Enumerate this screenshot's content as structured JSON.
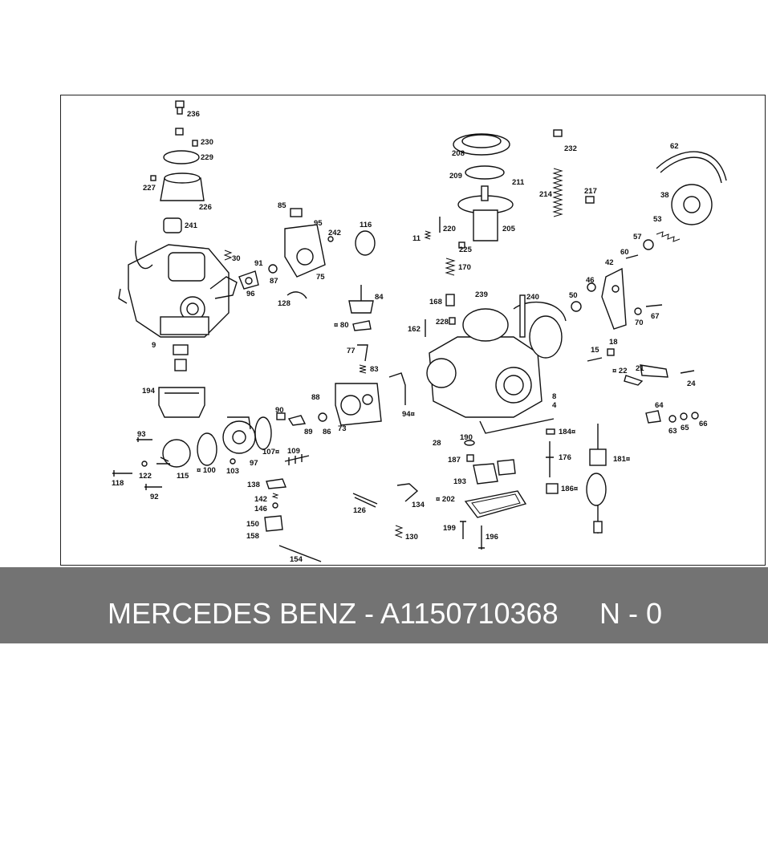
{
  "footer": {
    "caption": "MERCEDES BENZ - A1150710368",
    "code": "N - 0"
  },
  "parts": [
    {
      "id": "p236",
      "label": "236"
    },
    {
      "id": "p230",
      "label": "230"
    },
    {
      "id": "p229",
      "label": "229"
    },
    {
      "id": "p227",
      "label": "227"
    },
    {
      "id": "p226",
      "label": "226"
    },
    {
      "id": "p241",
      "label": "241"
    },
    {
      "id": "p30",
      "label": "30"
    },
    {
      "id": "p91",
      "label": "91"
    },
    {
      "id": "p87",
      "label": "87"
    },
    {
      "id": "p96",
      "label": "96"
    },
    {
      "id": "p9",
      "label": "9"
    },
    {
      "id": "p194",
      "label": "194"
    },
    {
      "id": "p93",
      "label": "93"
    },
    {
      "id": "p115",
      "label": "115"
    },
    {
      "id": "p122",
      "label": "122"
    },
    {
      "id": "p118",
      "label": "118"
    },
    {
      "id": "p92",
      "label": "92"
    },
    {
      "id": "p100",
      "label": "¤ 100"
    },
    {
      "id": "p103",
      "label": "103"
    },
    {
      "id": "p97",
      "label": "97"
    },
    {
      "id": "p107",
      "label": "107¤"
    },
    {
      "id": "p109",
      "label": "109"
    },
    {
      "id": "p90",
      "label": "90"
    },
    {
      "id": "p89",
      "label": "89"
    },
    {
      "id": "p88",
      "label": "88"
    },
    {
      "id": "p86",
      "label": "86"
    },
    {
      "id": "p73",
      "label": "73"
    },
    {
      "id": "p138",
      "label": "138"
    },
    {
      "id": "p142",
      "label": "142"
    },
    {
      "id": "p146",
      "label": "146"
    },
    {
      "id": "p150",
      "label": "150"
    },
    {
      "id": "p158",
      "label": "158"
    },
    {
      "id": "p154",
      "label": "154"
    },
    {
      "id": "p85",
      "label": "85"
    },
    {
      "id": "p95",
      "label": "95"
    },
    {
      "id": "p242",
      "label": "242"
    },
    {
      "id": "p75",
      "label": "75"
    },
    {
      "id": "p128",
      "label": "128"
    },
    {
      "id": "p116",
      "label": "116"
    },
    {
      "id": "p84",
      "label": "84"
    },
    {
      "id": "p80",
      "label": "¤ 80"
    },
    {
      "id": "p77",
      "label": "77"
    },
    {
      "id": "p83",
      "label": "83"
    },
    {
      "id": "p126",
      "label": "126"
    },
    {
      "id": "p134",
      "label": "134"
    },
    {
      "id": "p130",
      "label": "130"
    },
    {
      "id": "p208",
      "label": "208"
    },
    {
      "id": "p209",
      "label": "209"
    },
    {
      "id": "p211",
      "label": "211"
    },
    {
      "id": "p205",
      "label": "205"
    },
    {
      "id": "p220",
      "label": "220"
    },
    {
      "id": "p11",
      "label": "11"
    },
    {
      "id": "p225",
      "label": "225"
    },
    {
      "id": "p170",
      "label": "170"
    },
    {
      "id": "p168",
      "label": "168"
    },
    {
      "id": "p228",
      "label": "228"
    },
    {
      "id": "p162",
      "label": "162"
    },
    {
      "id": "p239",
      "label": "239"
    },
    {
      "id": "p240",
      "label": "240"
    },
    {
      "id": "p232",
      "label": "232"
    },
    {
      "id": "p214",
      "label": "214"
    },
    {
      "id": "p217",
      "label": "217"
    },
    {
      "id": "p94",
      "label": "94¤"
    },
    {
      "id": "p8",
      "label": "8"
    },
    {
      "id": "p4",
      "label": "4"
    },
    {
      "id": "p28",
      "label": "28"
    },
    {
      "id": "p190",
      "label": "190"
    },
    {
      "id": "p187",
      "label": "187"
    },
    {
      "id": "p193",
      "label": "193"
    },
    {
      "id": "p202",
      "label": "¤ 202"
    },
    {
      "id": "p199",
      "label": "199"
    },
    {
      "id": "p196",
      "label": "196"
    },
    {
      "id": "p184",
      "label": "184¤"
    },
    {
      "id": "p176",
      "label": "176"
    },
    {
      "id": "p186",
      "label": "186¤"
    },
    {
      "id": "p181",
      "label": "181¤"
    },
    {
      "id": "p62",
      "label": "62"
    },
    {
      "id": "p38",
      "label": "38"
    },
    {
      "id": "p53",
      "label": "53"
    },
    {
      "id": "p57",
      "label": "57"
    },
    {
      "id": "p60",
      "label": "60"
    },
    {
      "id": "p42",
      "label": "42"
    },
    {
      "id": "p46",
      "label": "46"
    },
    {
      "id": "p50",
      "label": "50"
    },
    {
      "id": "p70",
      "label": "70"
    },
    {
      "id": "p67",
      "label": "67"
    },
    {
      "id": "p15",
      "label": "15"
    },
    {
      "id": "p18",
      "label": "18"
    },
    {
      "id": "p22",
      "label": "¤ 22"
    },
    {
      "id": "p21",
      "label": "21"
    },
    {
      "id": "p24",
      "label": "24"
    },
    {
      "id": "p64",
      "label": "64"
    },
    {
      "id": "p63",
      "label": "63"
    },
    {
      "id": "p65",
      "label": "65"
    },
    {
      "id": "p66",
      "label": "66"
    }
  ]
}
